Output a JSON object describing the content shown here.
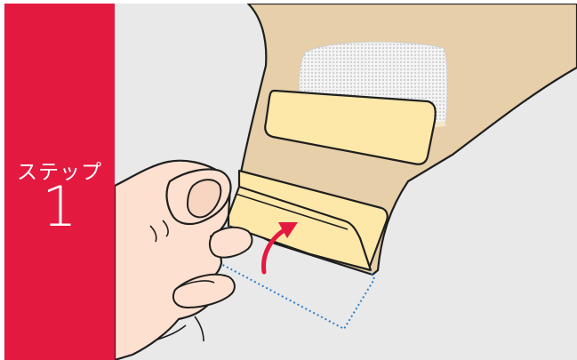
{
  "step": {
    "label": "ステップ",
    "number": "1"
  },
  "colors": {
    "panel": "#e4193f",
    "background": "#e9e9e9",
    "pouch": "#e6cfa9",
    "adhesive": "#fde8a9",
    "skin": "#fde0cf",
    "arrow": "#e4193f",
    "dotted_outline": "#2a7fd0"
  },
  "illustration": {
    "icon": "ostomy-pouch-adhesive-peel-illustration"
  }
}
